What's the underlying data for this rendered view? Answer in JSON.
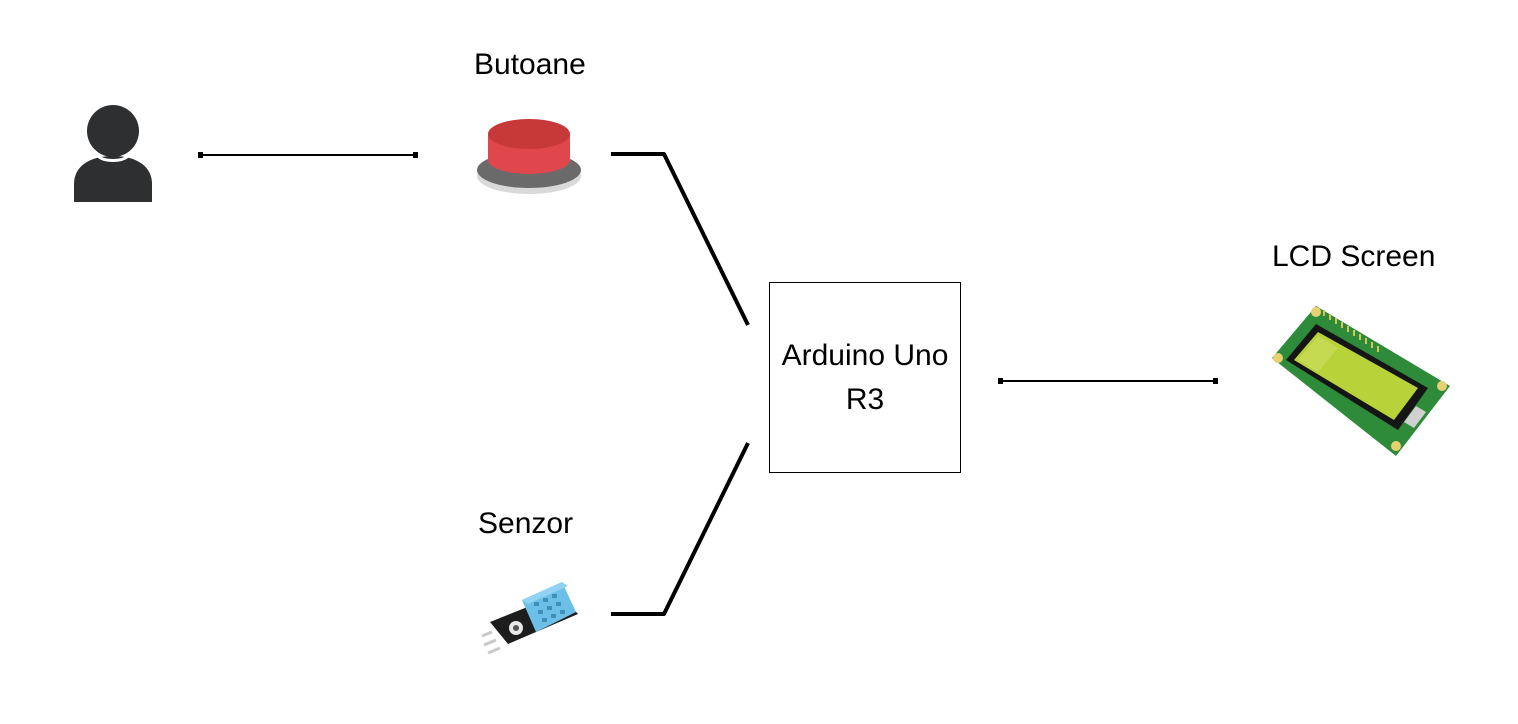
{
  "diagram": {
    "labels": {
      "buttons": "Butoane",
      "sensor": "Senzor",
      "lcd": "LCD Screen"
    },
    "controller": {
      "line1": "Arduino Uno",
      "line2": "R3"
    },
    "icons": {
      "user": "person-icon",
      "button": "push-button-icon",
      "sensor": "dht11-sensor-icon",
      "lcd": "lcd-module-icon"
    },
    "colors": {
      "button_cap": "#e0474c",
      "button_top": "#c73838",
      "sensor_body": "#6cc0e8",
      "lcd_screen": "#b8d23a",
      "pcb": "#2e8b3a",
      "user": "#2d2f31"
    }
  }
}
